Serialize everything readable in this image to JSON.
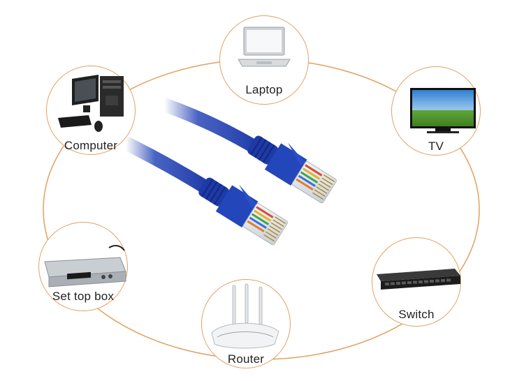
{
  "devices": {
    "laptop": {
      "label": "Laptop",
      "icon": "laptop-icon"
    },
    "computer": {
      "label": "Computer",
      "icon": "desktop-computer-icon"
    },
    "tv": {
      "label": "TV",
      "icon": "tv-icon"
    },
    "settop": {
      "label": "Set top box",
      "icon": "set-top-box-icon"
    },
    "switch": {
      "label": "Switch",
      "icon": "network-switch-icon"
    },
    "router": {
      "label": "Router",
      "icon": "wifi-router-icon"
    }
  },
  "center": {
    "icon": "ethernet-cable-icon",
    "cable_color": "#1f3fae",
    "ring_color": "#e2a060"
  }
}
